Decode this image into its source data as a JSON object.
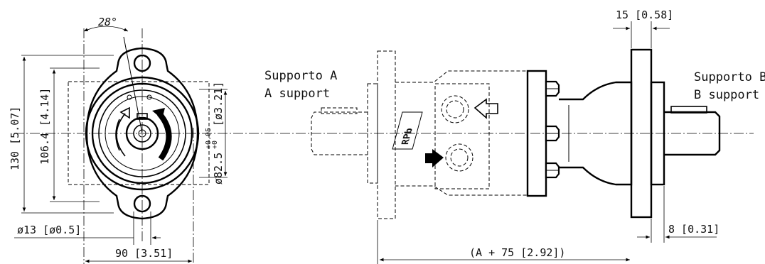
{
  "front_view": {
    "angle_label": "28°",
    "height_total": "130 [5.07]",
    "height_inner": "106.4 [4.14]",
    "hole_diameter": "ø13 [ø0.5]",
    "bolt_spacing": "90 [3.51]",
    "right_dia_small": "[ø3.21]",
    "right_dia_main": "ø82.5",
    "tol_upper": "+0.05",
    "tol_lower": "+0"
  },
  "side_view": {
    "support_a_it": "Supporto A",
    "support_a_en": "A support",
    "support_b_it": "Supporto B",
    "support_b_en": "B support",
    "logo_text": "RPb",
    "length_label": "(A + 75 [2.92])",
    "flange_thickness": "15 [0.58]",
    "pilot_depth": "8 [0.31]"
  }
}
